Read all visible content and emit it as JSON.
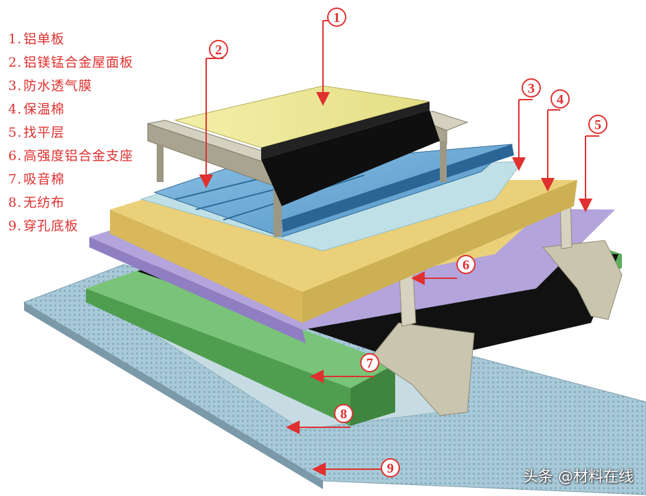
{
  "legend": [
    {
      "num": "1.",
      "label": "铝单板"
    },
    {
      "num": "2.",
      "label": "铝镁锰合金屋面板"
    },
    {
      "num": "3.",
      "label": "防水透气膜"
    },
    {
      "num": "4.",
      "label": "保温棉"
    },
    {
      "num": "5.",
      "label": "找平层"
    },
    {
      "num": "6.",
      "label": "高强度铝合金支座"
    },
    {
      "num": "7.",
      "label": "吸音棉"
    },
    {
      "num": "8.",
      "label": "无纺布"
    },
    {
      "num": "9.",
      "label": "穿孔底板"
    }
  ],
  "callouts": [
    "1",
    "2",
    "3",
    "4",
    "5",
    "6",
    "7",
    "8",
    "9"
  ],
  "watermark": "头条 @材料在线",
  "colors": {
    "callout": "#e0302f",
    "aluminum_panel": "#f0ec9c",
    "roof_panel": "#6aa9d4",
    "membrane": "#bcd9e0",
    "insulation": "#e7c873",
    "leveling": "#b7a8df",
    "support": "#bcb8a2",
    "sound_cotton": "#6ab86a",
    "perforated_base": "#9fc3d3"
  },
  "icons": [
    "arrow-icon",
    "callout-badge-icon"
  ]
}
